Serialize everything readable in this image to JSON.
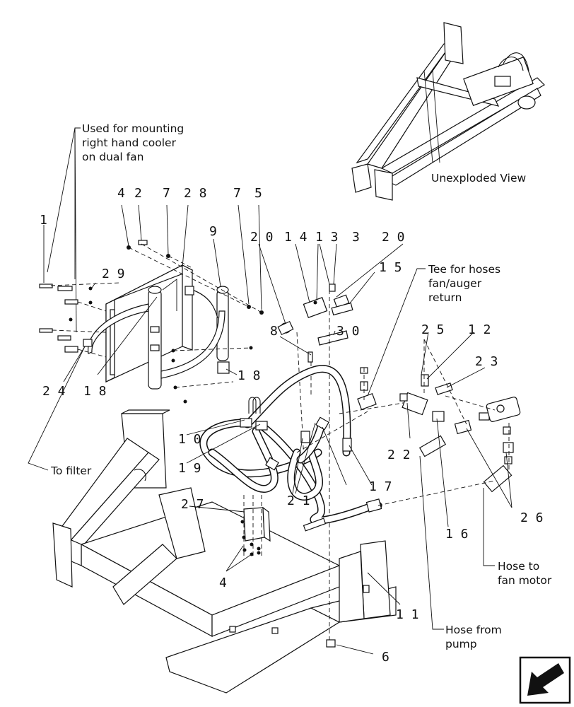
{
  "notes": {
    "mounting": [
      "Used for mounting",
      "right hand cooler",
      "on dual fan"
    ],
    "unexploded": "Unexploded View",
    "tee": [
      "Tee for hoses",
      "fan/auger",
      "return"
    ],
    "filter": "To filter",
    "fan_motor": [
      "Hose to",
      "fan motor"
    ],
    "pump": [
      "Hose from",
      "pump"
    ]
  },
  "callouts": {
    "c1": "1",
    "c2": "2",
    "c3": "3",
    "c4a": "4",
    "c4b": "4",
    "c5": "5",
    "c6": "6",
    "c7a": "7",
    "c7b": "7",
    "c8": "8",
    "c9": "9",
    "c10": "1 0",
    "c11": "1 1",
    "c12": "1 2",
    "c13": "1 3",
    "c14": "1 4",
    "c15": "1 5",
    "c16": "1 6",
    "c17": "1 7",
    "c18a": "1 8",
    "c18b": "1 8",
    "c19": "1 9",
    "c20a": "2 0",
    "c20b": "2 0",
    "c21": "2 1",
    "c22": "2 2",
    "c23": "2 3",
    "c24": "2 4",
    "c25": "2 5",
    "c26": "2 6",
    "c27": "2 7",
    "c28": "2 8",
    "c29": "2 9",
    "c30": "3 0"
  },
  "icons": {
    "nav": "arrow-left-down-icon"
  }
}
